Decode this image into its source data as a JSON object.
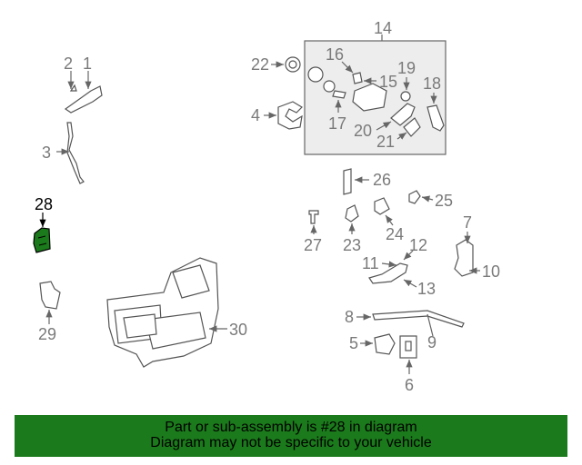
{
  "callouts": {
    "c1": "1",
    "c2": "2",
    "c3": "3",
    "c4": "4",
    "c5": "5",
    "c6": "6",
    "c7": "7",
    "c8": "8",
    "c9": "9",
    "c10": "10",
    "c11": "11",
    "c12": "12",
    "c13": "13",
    "c14": "14",
    "c15": "15",
    "c16": "16",
    "c17": "17",
    "c18": "18",
    "c19": "19",
    "c20": "20",
    "c21": "21",
    "c22": "22",
    "c23": "23",
    "c24": "24",
    "c25": "25",
    "c26": "26",
    "c27": "27",
    "c28": "28",
    "c29": "29",
    "c30": "30"
  },
  "highlighted_part": "28",
  "colors": {
    "highlight": "#1b7a1b",
    "banner": "#1b7a1b",
    "line": "#555555"
  },
  "banner": {
    "line1": "Part or sub-assembly is #28 in diagram",
    "line2": "Diagram may not be specific to your vehicle"
  }
}
